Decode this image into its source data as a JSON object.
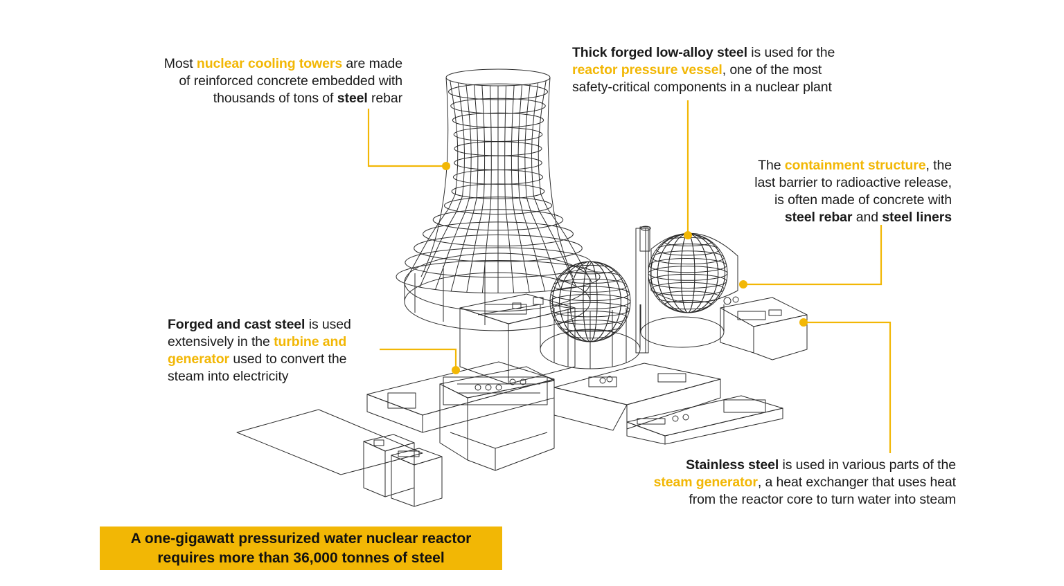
{
  "colors": {
    "accent": "#f2b705",
    "line": "#2b2b2b",
    "text": "#1a1a1a"
  },
  "callouts": {
    "cooling_tower": {
      "l1": {
        "a": "Most ",
        "hl": "nuclear cooling towers",
        "b": " are made"
      },
      "l2": "of reinforced concrete embedded with",
      "l3": {
        "a": "thousands of tons of ",
        "bold": "steel",
        "b": " rebar"
      }
    },
    "pressure_vessel": {
      "l1": {
        "bold": "Thick forged low-alloy steel",
        "b": " is used for the"
      },
      "l2": {
        "hl": "reactor pressure vessel",
        "b": ", one of the most"
      },
      "l3": "safety-critical components in a nuclear plant"
    },
    "containment": {
      "l1": {
        "a": "The ",
        "hl": "containment structure",
        "b": ", the"
      },
      "l2": "last barrier to radioactive release,",
      "l3": "is often made of concrete with",
      "l4": {
        "bold1": "steel rebar",
        "mid": " and ",
        "bold2": "steel liners"
      }
    },
    "turbine": {
      "l1": {
        "bold": "Forged and cast steel",
        "b": " is used"
      },
      "l2": {
        "a": "extensively in the ",
        "hl": "turbine and"
      },
      "l3": {
        "hl": "generator",
        "b": " used to convert the"
      },
      "l4": "steam into electricity"
    },
    "steam_generator": {
      "l1": {
        "bold": "Stainless steel",
        "b": " is used in various parts of the"
      },
      "l2": {
        "hl": "steam generator",
        "b": ", a heat exchanger that uses heat"
      },
      "l3": "from the reactor core to turn water into steam"
    }
  },
  "banner": {
    "line1": "A one-gigawatt pressurized water nuclear reactor",
    "line2": "requires more than 36,000 tonnes of steel"
  }
}
